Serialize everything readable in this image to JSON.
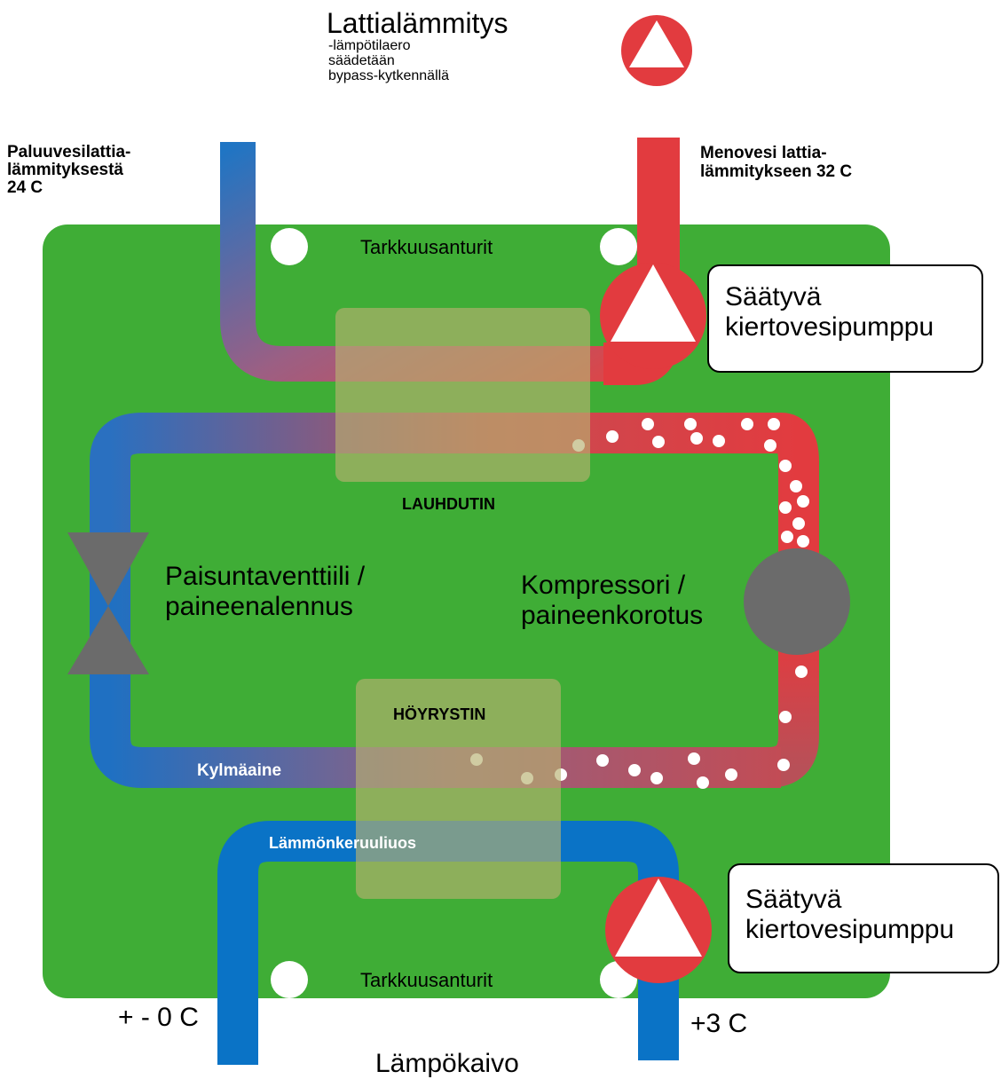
{
  "title": "Lattialämmitys",
  "subtitle_lines": [
    "-lämpötilaero",
    "säädetään",
    "bypass-kytkennällä"
  ],
  "return_water": [
    "Paluuvesilattia-",
    "lämmityksestä",
    "24 C"
  ],
  "supply_water": [
    "Menovesi lattia-",
    "lämmitykseen 32 C"
  ],
  "sensors_top": "Tarkkuusanturit",
  "sensors_bottom": "Tarkkuusanturit",
  "pump_top": [
    "Säätyvä",
    "kiertovesipumppu"
  ],
  "pump_bottom": [
    "Säätyvä",
    "kiertovesipumppu"
  ],
  "condenser": "LAUHDUTIN",
  "evaporator": "HÖYRYSTIN",
  "expansion_valve": [
    "Paisuntaventtiili /",
    "paineenalennus"
  ],
  "compressor": [
    "Kompressori /",
    "paineenkorotus"
  ],
  "refrigerant": "Kylmäaine",
  "brine": "Lämmönkeruuliuos",
  "temp_inlet": "+ - 0 C",
  "temp_outlet": "+3 C",
  "well": "Lämpökaivo",
  "colors": {
    "green": "#3fad36",
    "hot_red": "#e23b3f",
    "cold_blue": "#0a73c6",
    "gray": "#6b6b6b",
    "exchanger": "#b7b070",
    "orange": "#e8773a"
  },
  "icons": [
    "pump-triangle-icon",
    "expansion-valve-icon",
    "compressor-icon",
    "sensor-dot-icon"
  ]
}
